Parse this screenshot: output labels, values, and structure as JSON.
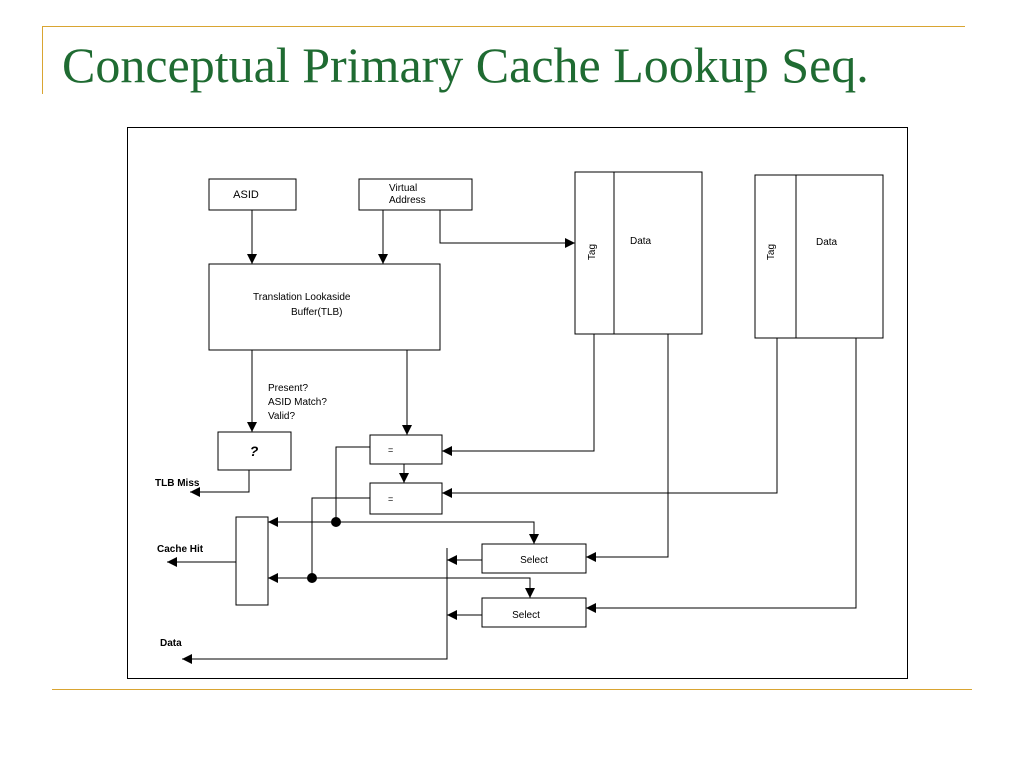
{
  "slide": {
    "title": "Conceptual Primary Cache Lookup Seq."
  },
  "diagram": {
    "asid_box": "ASID",
    "va_line1": "Virtual",
    "va_line2": "Address",
    "tlb_line1": "Translation Lookaside",
    "tlb_line2": "Buffer(TLB)",
    "cond_1": "Present?",
    "cond_2": "ASID Match?",
    "cond_3": "Valid?",
    "check_symbol": "?",
    "tlb_miss": "TLB Miss",
    "cache_hit": "Cache Hit",
    "data_out": "Data",
    "way1_tag": "Tag",
    "way1_data": "Data",
    "way2_tag": "Tag",
    "way2_data": "Data",
    "cmp1": "=",
    "cmp2": "=",
    "select1": "Select",
    "select2": "Select"
  }
}
